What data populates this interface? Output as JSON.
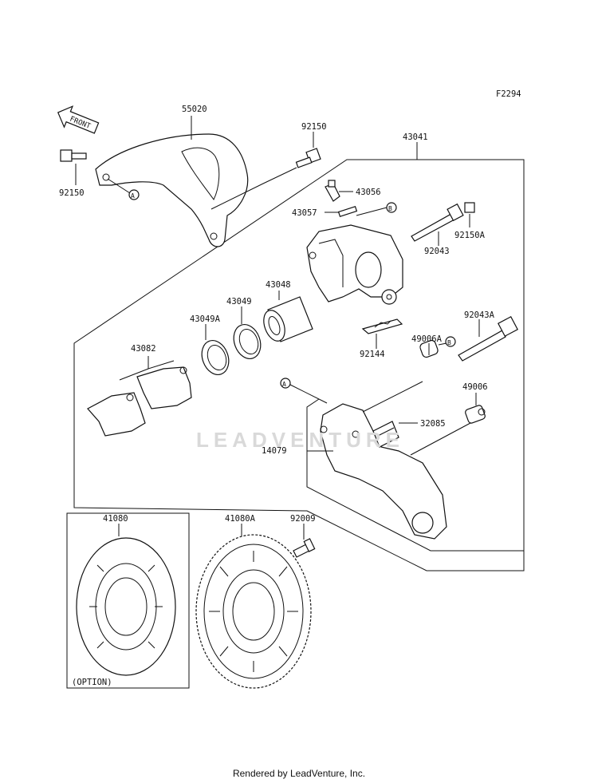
{
  "figure_code": "F2294",
  "front_label": "FRONT",
  "option_label": "(OPTION)",
  "watermark": "LEADVENTURE",
  "footer": "Rendered by LeadVenture, Inc.",
  "callouts": {
    "A": "A",
    "B": "B"
  },
  "part_numbers": {
    "p55020": "55020",
    "p92150_top": "92150",
    "p92150_left": "92150",
    "p43041": "43041",
    "p43056": "43056",
    "p43057": "43057",
    "p92150A": "92150A",
    "p92043": "92043",
    "p43048": "43048",
    "p43049": "43049",
    "p43049A": "43049A",
    "p43082": "43082",
    "p92043A": "92043A",
    "p49006A": "49006A",
    "p92144": "92144",
    "p49006": "49006",
    "p32085": "32085",
    "p14079": "14079",
    "p41080": "41080",
    "p41080A": "41080A",
    "p92009": "92009"
  }
}
